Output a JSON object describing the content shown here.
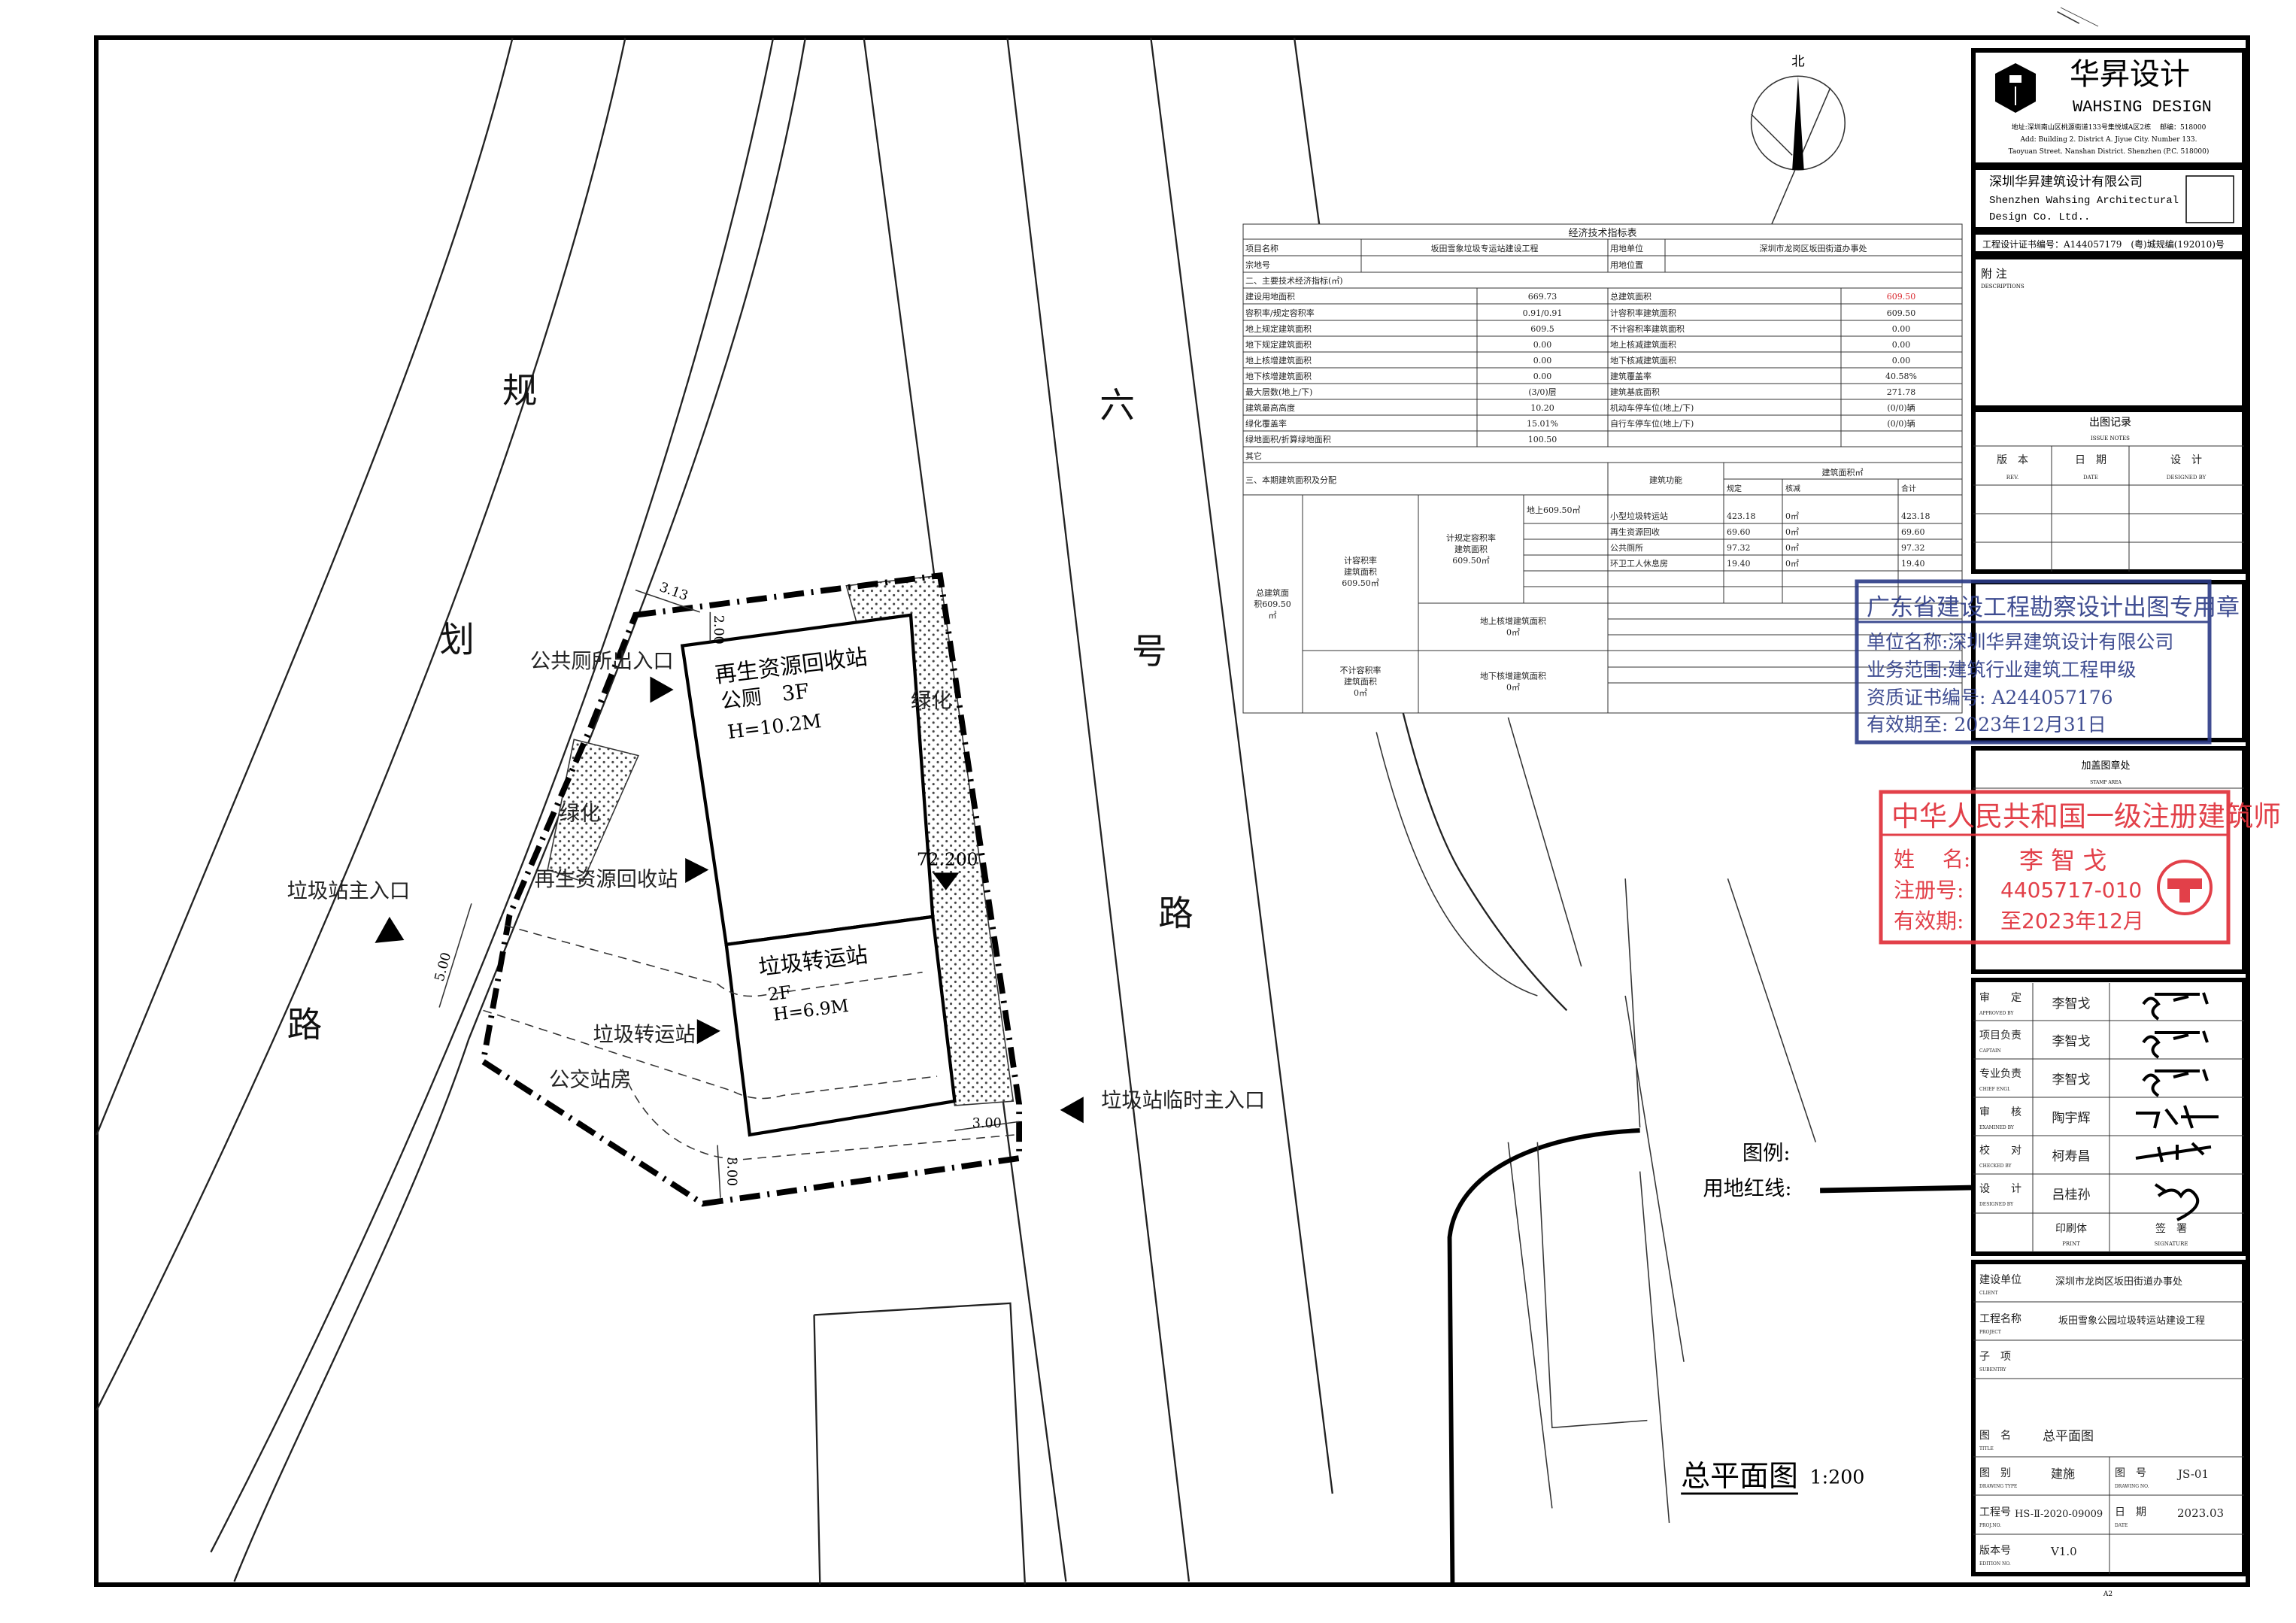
{
  "drawing": {
    "north_label": "北",
    "road_left": [
      "规",
      "划",
      "路"
    ],
    "road_right": [
      "六",
      "号",
      "路"
    ],
    "labels": {
      "toilet_entrance": "公共厕所出入口",
      "recycle_entrance": "再生资源回收站",
      "main_entrance": "垃圾站主入口",
      "transfer_entrance": "垃圾转运站",
      "bus_station": "公交站房",
      "temp_entrance": "垃圾站临时主入口",
      "green_right": "绿化",
      "green_left": "绿化"
    },
    "building_1": {
      "name": "再生资源回收站",
      "sub": "公厕　3F",
      "height": "H=10.2M"
    },
    "building_2": {
      "name": "垃圾转运站",
      "floors": "2F",
      "height": "H=6.9M"
    },
    "dimensions": {
      "d1": "3.13",
      "d2": "2.00",
      "d3": "5.00",
      "d4": "3.00",
      "d5": "3.00",
      "elevation": "72.200"
    },
    "legend_title": "图例:",
    "legend_redline": "用地红线:",
    "plan_title": "总平面图",
    "plan_scale": "1:200"
  },
  "indicator_table": {
    "title": "经济技术指标表",
    "project_name_label": "项目名称",
    "project_name": "坂田雪象垃圾专运站建设工程",
    "land_user_label": "用地单位",
    "land_user": "深圳市龙岗区坂田街道办事处",
    "parcel_label": "宗地号",
    "location_label": "用地位置",
    "section2": "二、主要技术经济指标(㎡)",
    "rows": [
      [
        "建设用地面积",
        "669.73",
        "总建筑面积",
        "609.50"
      ],
      [
        "容积率/规定容积率",
        "0.91/0.91",
        "计容积率建筑面积",
        "609.50"
      ],
      [
        "地上规定建筑面积",
        "609.5",
        "不计容积率建筑面积",
        "0.00"
      ],
      [
        "地下规定建筑面积",
        "0.00",
        "地上核减建筑面积",
        "0.00"
      ],
      [
        "地上核增建筑面积",
        "0.00",
        "地下核减建筑面积",
        "0.00"
      ],
      [
        "地下核增建筑面积",
        "0.00",
        "建筑覆盖率",
        "40.58%"
      ],
      [
        "最大层数(地上/下)",
        "(3/0)层",
        "建筑基底面积",
        "271.78"
      ],
      [
        "建筑最高高度",
        "10.20",
        "机动车停车位(地上/下)",
        "(0/0)辆"
      ],
      [
        "绿化覆盖率",
        "15.01%",
        "自行车停车位(地上/下)",
        "(0/0)辆"
      ],
      [
        "绿地面积/折算绿地面积",
        "100.50",
        "",
        ""
      ]
    ],
    "highlight_color": "#d9262c",
    "other": "其它",
    "section3": "三、本期建筑面积及分配",
    "function_header": "建筑功能",
    "area_header": "建筑面积㎡",
    "area_cols": [
      "规定",
      "核减",
      "合计"
    ],
    "total": [
      "总建筑面",
      "积609.50",
      "㎡"
    ],
    "far_counted": [
      "计容积率",
      "建筑面积",
      "609.50㎡"
    ],
    "far_not_counted": [
      "不计容积率",
      "建筑面积",
      "0㎡"
    ],
    "far_regulated": [
      "计规定容积率",
      "建筑面积",
      "609.50㎡"
    ],
    "above_ground": "地上609.50㎡",
    "above_added": [
      "地上核增建筑面积",
      "0㎡"
    ],
    "below_added": [
      "地下核增建筑面积",
      "0㎡"
    ],
    "functions": [
      [
        "小型垃圾转运站",
        "423.18",
        "0㎡",
        "423.18"
      ],
      [
        "再生资源回收",
        "69.60",
        "0㎡",
        "69.60"
      ],
      [
        "公共厕所",
        "97.32",
        "0㎡",
        "97.32"
      ],
      [
        "环卫工人休息房",
        "19.40",
        "0㎡",
        "19.40"
      ]
    ]
  },
  "title_block": {
    "company_cn": "华昇设计",
    "company_en": "WAHSING DESIGN",
    "address_cn": "地址:深圳南山区桃源街道133号集悦城A区2栋　 邮编：518000",
    "address_en1": "Add: Building 2. District A. Jiyue City. Number 133.",
    "address_en2": "Taoyuan Street. Nanshan District. Shenzhen (P.C. 518000)",
    "firm_cn": "深圳华昇建筑设计有限公司",
    "firm_en1": "Shenzhen Wahsing Architectural",
    "firm_en2": "Design Co. Ltd..",
    "cert": "工程设计证书编号：A144057179　(粤)城规编(192010)号",
    "notes_cn": "附 注",
    "notes_en": "DESCRIPTIONS",
    "issue_cn": "出图记录",
    "issue_en": "ISSUE NOTES",
    "issue_cols": [
      [
        "版　本",
        "REV."
      ],
      [
        "日　期",
        "DATE"
      ],
      [
        "设　计",
        "DESIGNED BY"
      ]
    ],
    "stamp_area_cn": "加盖图章处",
    "stamp_area_en": "STAMP AREA",
    "signoff": [
      [
        "审　　定",
        "APPROVED BY",
        "李智戈"
      ],
      [
        "项目负责",
        "CAPTAIN",
        "李智戈"
      ],
      [
        "专业负责",
        "CHIEF ENGI.",
        "李智戈"
      ],
      [
        "审　　核",
        "EXAMINED BY",
        "陶宇辉"
      ],
      [
        "校　　对",
        "CHECKED BY",
        "柯寿昌"
      ],
      [
        "设　　计",
        "DESIGNED BY",
        "吕桂孙"
      ]
    ],
    "print_cn": "印刷体",
    "print_en": "PRINT",
    "sign_cn": "签　署",
    "sign_en": "SIGNATURE",
    "client_cn": "建设单位",
    "client_en": "CLIENT",
    "client": "深圳市龙岗区坂田街道办事处",
    "project_cn": "工程名称",
    "project_en": "PROJECT",
    "project": "坂田雪象公园垃圾转运站建设工程",
    "subentry_cn": "子　项",
    "subentry_en": "SUBENTRY",
    "title_cn": "图　名",
    "title_en": "TITLE",
    "title": "总平面图",
    "type_cn": "图　别",
    "type_en": "DRAWING TYPE",
    "type": "建施",
    "no_cn": "图　号",
    "no_en": "DRAWING NO.",
    "no": "JS-01",
    "projno_cn": "工程号",
    "projno_en": "PROJ.NO.",
    "projno": "HS-Ⅱ-2020-09009",
    "date_cn": "日　期",
    "date_en": "DATE",
    "date": "2023.03",
    "edition_cn": "版本号",
    "edition_en": "EDITION NO.",
    "edition": "V1.0",
    "sheet_size": "A2"
  },
  "stamps": {
    "blue": {
      "color": "#2b3a86",
      "title": "广东省建设工程勘察设计出图专用章",
      "lines": [
        "单位名称:深圳华昇建筑设计有限公司",
        "业务范围:建筑行业建筑工程甲级",
        "资质证书编号: A244057176",
        "有效期至: 2023年12月31日"
      ]
    },
    "red": {
      "color": "#e0303a",
      "title": "中华人民共和国一级注册建筑师",
      "name_label": "姓　 名:",
      "name": "李 智 戈",
      "reg_label": "注册号:",
      "reg": "4405717-010",
      "valid_label": "有效期:",
      "valid": "至2023年12月"
    }
  }
}
